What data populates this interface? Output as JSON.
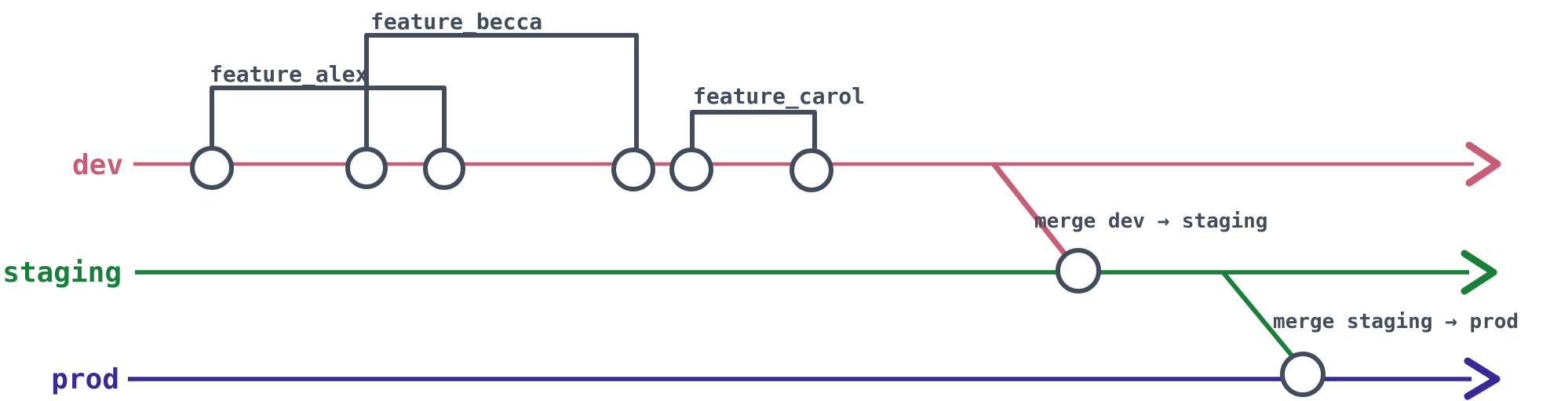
{
  "diagram": {
    "type": "git-branch-timeline",
    "colors": {
      "dev": "#c85d75",
      "staging": "#188038",
      "prod": "#38299b",
      "node_stroke": "#434c5a",
      "node_fill": "#ffffff",
      "annotation": "#434c5a",
      "background": "#ffffff"
    },
    "branches": [
      {
        "name": "dev",
        "commit_count": 6
      },
      {
        "name": "staging",
        "commit_count": 1
      },
      {
        "name": "prod",
        "commit_count": 1
      }
    ],
    "feature_branches": [
      {
        "name": "feature_alex",
        "spans_commits": [
          1,
          3
        ]
      },
      {
        "name": "feature_becca",
        "spans_commits": [
          2,
          4
        ]
      },
      {
        "name": "feature_carol",
        "spans_commits": [
          5,
          6
        ]
      }
    ],
    "merges": [
      {
        "label": "merge dev → staging",
        "from": "dev",
        "to": "staging"
      },
      {
        "label": "merge staging → prod",
        "from": "staging",
        "to": "prod"
      }
    ]
  }
}
